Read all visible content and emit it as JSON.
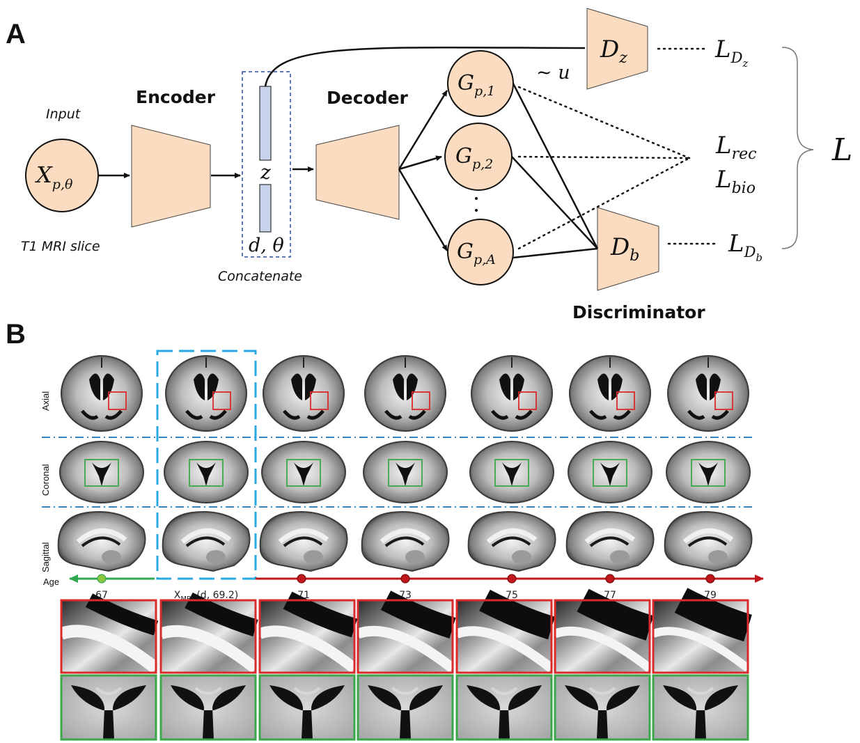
{
  "panel_a": {
    "label": "A",
    "input_label": "Input",
    "input_node": "X",
    "input_node_sub": "p,θ",
    "input_caption": "T1  MRI slice",
    "encoder_label": "Encoder",
    "decoder_label": "Decoder",
    "latent_z": "z",
    "latent_cond": "d, θ",
    "concat_label": "Concatenate",
    "generators": [
      {
        "main": "G",
        "sub": "p,1"
      },
      {
        "main": "G",
        "sub": "p,2"
      },
      {
        "main": "G",
        "sub": "p,A"
      }
    ],
    "dz_main": "D",
    "dz_sub": "z",
    "db_main": "D",
    "db_sub": "b",
    "discriminator_label": "Discriminator",
    "prior_label": "~ u",
    "loss_dz_main": "L",
    "loss_dz_sub": "D",
    "loss_dz_subsub": "z",
    "loss_rec_main": "L",
    "loss_rec_sub": "rec",
    "loss_bio_main": "L",
    "loss_bio_sub": "bio",
    "loss_db_main": "L",
    "loss_db_sub": "D",
    "loss_db_subsub": "b",
    "loss_total": "L"
  },
  "panel_b": {
    "label": "B",
    "rows": [
      "Axial",
      "Coronal",
      "Sagittal"
    ],
    "age_label": "Age",
    "ages": [
      "67",
      "",
      "71",
      "73",
      "75",
      "77",
      "79"
    ],
    "xmri_label": "X",
    "xmri_sub": "MRI",
    "xmri_rest": " (d, 69.2)",
    "colors": {
      "highlight_box": "#29a9e1",
      "row_divider": "#2f86c8",
      "younger_axis": "#2fa84f",
      "older_axis": "#c0171c",
      "axial_roi": "#d92b2b",
      "coronal_roi": "#3aa84a"
    }
  }
}
